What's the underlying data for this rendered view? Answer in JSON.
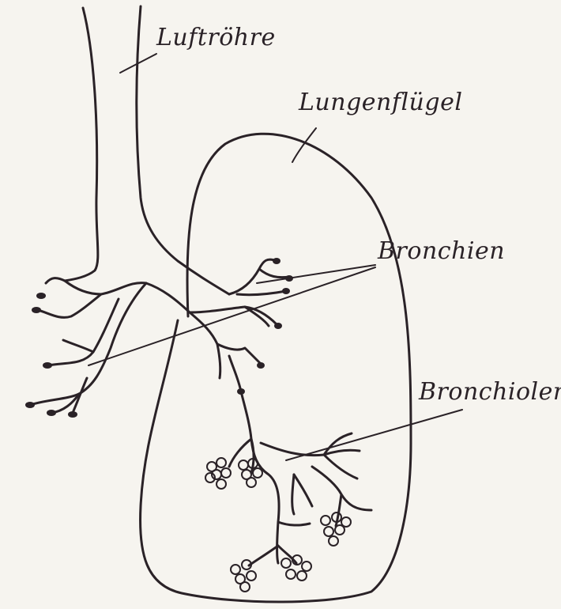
{
  "diagram": {
    "labels": {
      "trachea": "Luftröhre",
      "lung": "Lungenflügel",
      "bronchi": "Bronchien",
      "bronchioles": "Bronchiolen"
    },
    "ink_color": "#2a2227",
    "paper_color": "#f6f4ef"
  }
}
